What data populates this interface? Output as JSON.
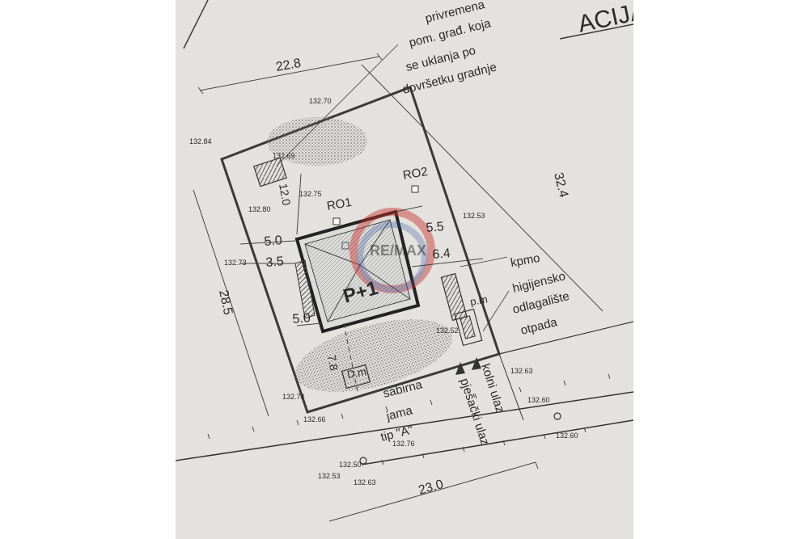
{
  "header": {
    "title_fragment": "ACIJA"
  },
  "dimensions": {
    "top_width": "22.8",
    "right_length": "32.4",
    "left_length": "28.5",
    "bottom_width": "23.0",
    "setback_top": "5.0",
    "setback_mid": "3.5",
    "setback_bottom": "5.0",
    "setback_right_a": "5.5",
    "setback_right_b": "6.4",
    "setback_north": "12.0",
    "septic_distance": "7.8"
  },
  "elevations": [
    "132.70",
    "132.84",
    "132.69",
    "132.75",
    "132.80",
    "132.53",
    "132.73",
    "132.52",
    "132.63",
    "132.74",
    "132.66",
    "132.60",
    "132.60",
    "132.50",
    "132.53",
    "132.76",
    "132.63"
  ],
  "labels": {
    "temporary_building": [
      "privremena",
      "pom. građ. koja",
      "se uklanja po",
      "dovršetku gradnje"
    ],
    "ro1": "RO1",
    "ro2": "RO2",
    "building": "P+1",
    "kpmo": "kpmo",
    "pm": "p.m",
    "waste": [
      "higijensko",
      "odlagalište",
      "otpada"
    ],
    "septic": [
      "sabirna",
      "jama",
      "tip \"A\""
    ],
    "car_entrance": "kolni ulaz",
    "pedestrian_entrance": "pješački ulaz",
    "dim_label": "D.m"
  },
  "watermark": {
    "text": "RE/MAX",
    "color": "#c9302c",
    "accent": "#2a4a9a"
  }
}
